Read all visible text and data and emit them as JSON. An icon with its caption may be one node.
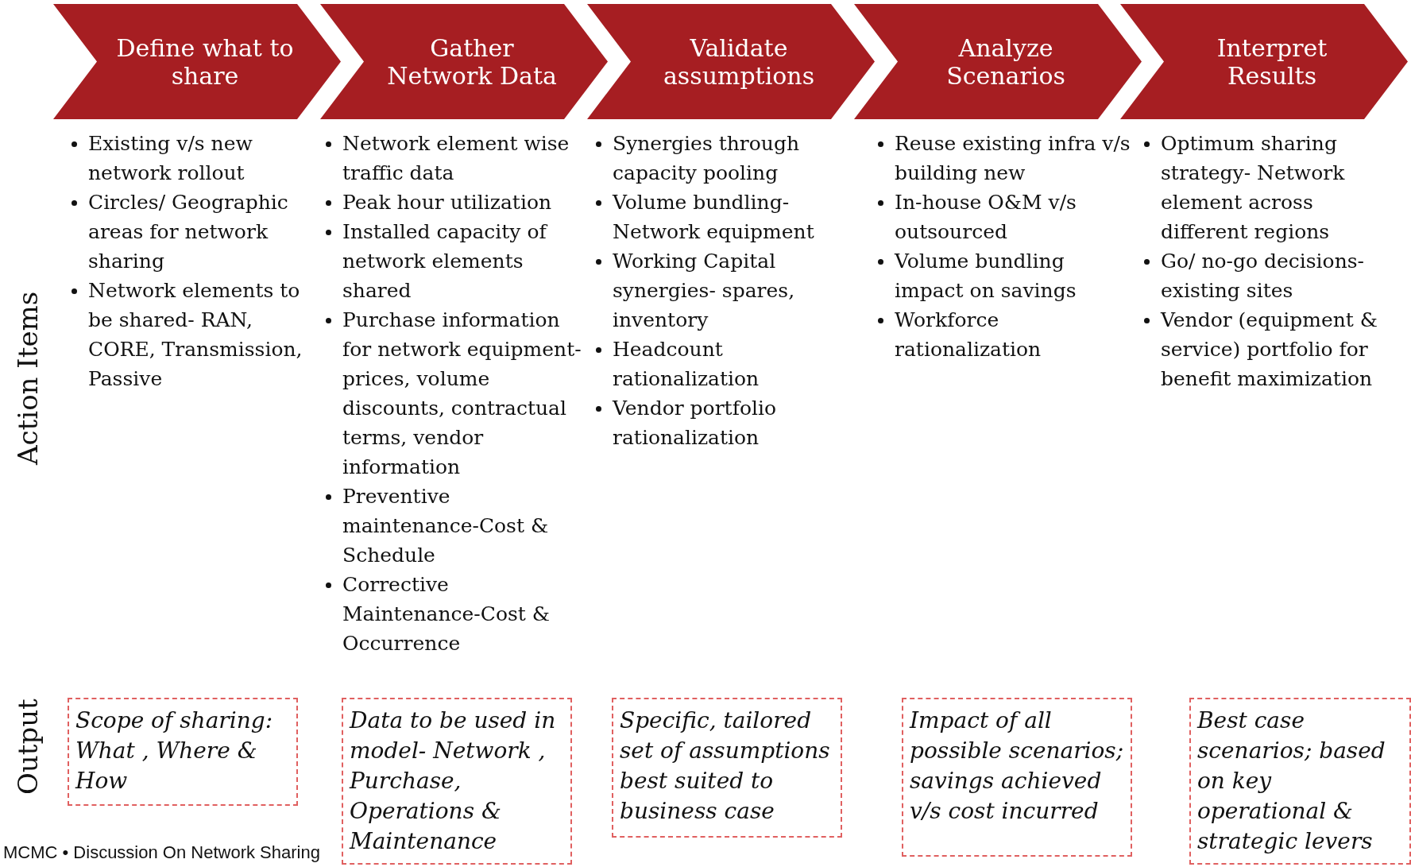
{
  "diagram": {
    "nodes": [
      {
        "text": [
          "Define what to share"
        ],
        "beside": [
          "Existing v/s new network rollout",
          "Circles/ Geographic areas for network sharing",
          "Network elements to be shared- RAN, CORE, Transmission, Passive"
        ]
      },
      {
        "text": [
          "Gather Network Data"
        ],
        "beside": [
          "Network element wise traffic data",
          "Peak hour utilization",
          "Installed capacity of network elements shared",
          "Purchase information for network equipment-prices, volume discounts, contractual terms, vendor information",
          "Preventive maintenance-Cost & Schedule",
          "Corrective Maintenance-Cost & Occurrence"
        ]
      },
      {
        "text": [
          "Validate assumptions"
        ],
        "beside": [
          "Synergies through capacity pooling",
          "Volume bundling- Network equipment",
          "Working Capital synergies- spares, inventory",
          "Headcount rationalization",
          "Vendor portfolio rationalization"
        ]
      },
      {
        "text": [
          "Analyze Scenarios"
        ],
        "beside": [
          "Reuse existing infra v/s building new",
          "In-house O&M v/s outsourced",
          "Volume bundling impact on savings",
          "Workforce rationalization"
        ]
      },
      {
        "text": [
          "Interpret Results"
        ],
        "beside": [
          "Optimum sharing strategy- Network element across different regions",
          "Go/ no-go decisions- existing sites",
          "Vendor (equipment & service) portfolio for benefit maximization"
        ]
      },
      {
        "text": [
          "Scope of sharing: What , Where & How"
        ]
      },
      {
        "text": [
          "Data to be used in model- Network , Purchase, Operations & Maintenance"
        ]
      },
      {
        "text": [
          "Specific, tailored set of assumptions best suited to business case"
        ]
      },
      {
        "text": [
          "Impact of all possible scenarios; savings achieved v/s cost incurred"
        ]
      },
      {
        "text": [
          "Best case scenarios; based on key operational & strategic levers"
        ]
      }
    ],
    "edges": [],
    "labels": [
      "Action Items",
      "Output",
      "MCMC • Discussion On Network Sharing"
    ]
  }
}
